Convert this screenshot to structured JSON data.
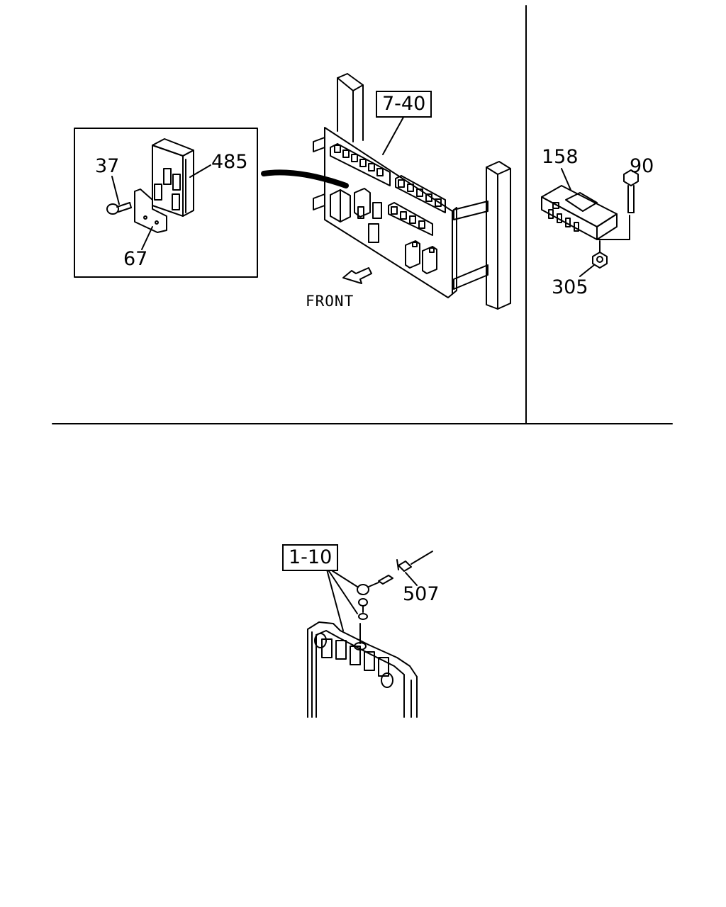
{
  "labels": {
    "ref_7_40": "7-40",
    "part_37": "37",
    "part_485": "485",
    "part_67": "67",
    "front": "FRONT",
    "part_158": "158",
    "part_90": "90",
    "part_305": "305",
    "ref_1_10": "1-10",
    "part_507": "507"
  }
}
